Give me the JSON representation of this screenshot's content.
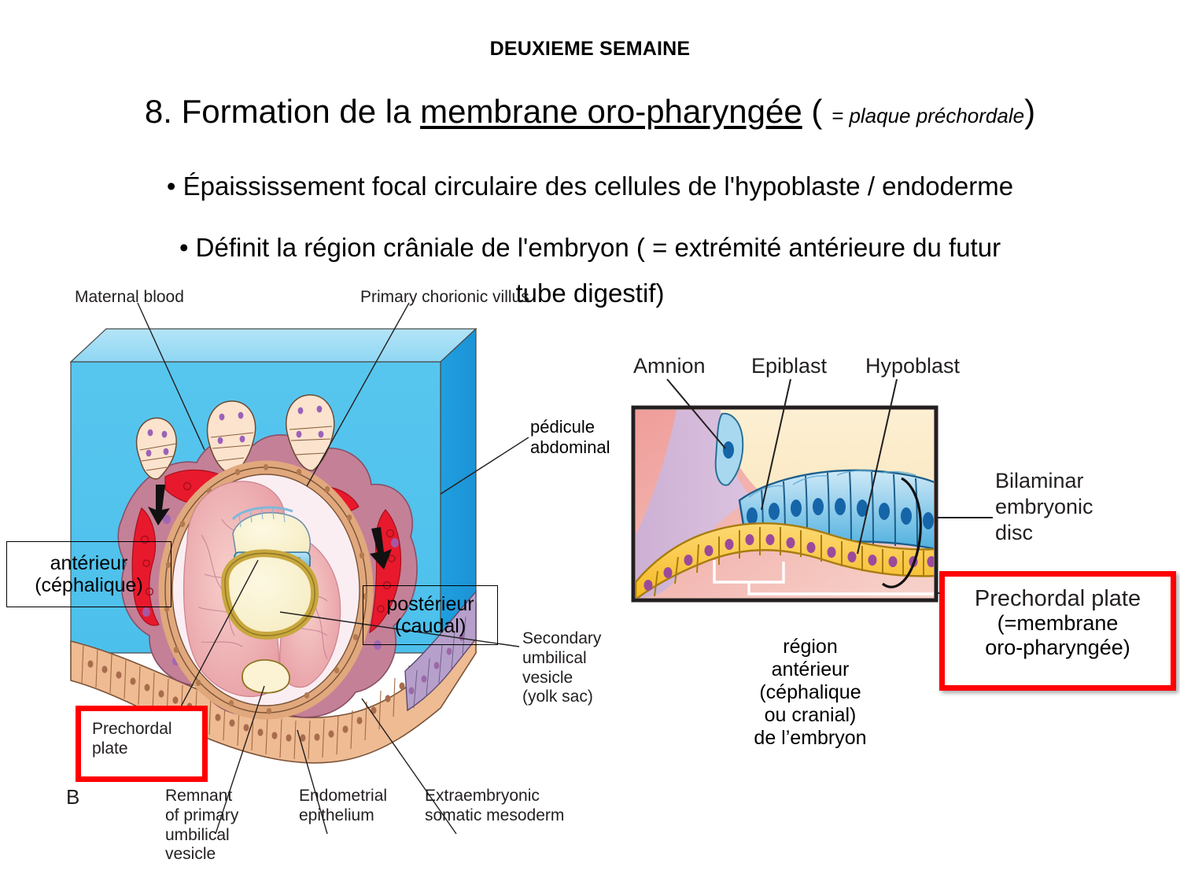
{
  "header": {
    "kicker": "DEUXIEME SEMAINE",
    "title_prefix": "8. Formation de la ",
    "title_underlined": "membrane oro-pharyngée",
    "title_paren_open": " ( ",
    "title_paren_italic": "= plaque préchordale",
    "title_paren_close": ")"
  },
  "bullets": {
    "b1": "• Épaississement focal circulaire des cellules de l'hypoblaste / endoderme",
    "b2_line1": "• Définit la région crâniale de l'embryon ( = extrémité antérieure du futur",
    "b2_line2": "tube digestif)"
  },
  "left_figure": {
    "labels": {
      "maternal_blood": "Maternal blood",
      "primary_chorionic_villus": "Primary chorionic villus",
      "pedicule_abdominal": "pédicule\nabdominal",
      "secondary_umbilical_vesicle": "Secondary\numbilical\nvesicle\n(yolk sac)",
      "remnant_primary_umbilical_vesicle": "Remnant\nof primary\numbilical\nvesicle",
      "endometrial_epithelium": "Endometrial\nepithelium",
      "extraembryonic_somatic_mesoderm": "Extraembryonic\nsomatic mesoderm",
      "panel_letter": "B"
    },
    "boxes": {
      "anterieur": "antérieur\n(céphalique)",
      "posterieur": "postérieur\n(caudal)",
      "prechordal_plate": "Prechordal\nplate"
    }
  },
  "right_figure": {
    "labels": {
      "amnion": "Amnion",
      "epiblast": "Epiblast",
      "hypoblast": "Hypoblast",
      "bilaminar_embryonic_disc": "Bilaminar\nembryonic\ndisc"
    },
    "caption": "région\nantérieur\n(céphalique\nou cranial)\nde l’embryon",
    "red_box": {
      "line1": "Prechordal plate",
      "line2": "(=membrane",
      "line3": "oro-pharyngée)"
    }
  },
  "colors": {
    "highlight_red": "#ff0000",
    "block_front_blue": "#4fc3ec",
    "block_side_blue": "#1d9bdc",
    "block_top_blue": "#97d9f2",
    "decidua_mauve": "#c48097",
    "blood_red": "#e8192c",
    "epithelium_tan": "#eebb93",
    "yolk_cream": "#fbf2cf",
    "epiblast_blue": "#6fc3e8",
    "hypoblast_yellow": "#fbc532",
    "amnion_mauve": "#d6b6d4",
    "panel_pink": "#f6cfc6",
    "panel_cream": "#fbecc9",
    "text_dark": "#231f20"
  }
}
